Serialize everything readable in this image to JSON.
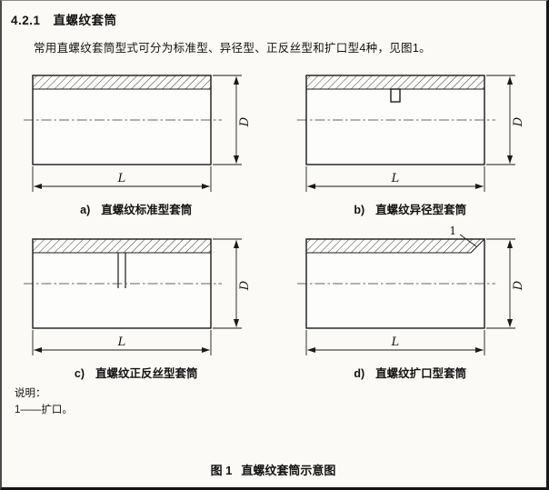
{
  "page": {
    "section_number": "4.2.1",
    "section_title": "直螺纹套筒",
    "intro": "常用直螺纹套筒型式可分为标准型、异径型、正反丝型和扩口型4种，见图1。",
    "notes_label": "说明：",
    "note_1": "1——扩口。",
    "caption_prefix": "图 1",
    "caption_text": "直螺纹套筒示意图"
  },
  "diagrams": {
    "a": {
      "key": "a)",
      "label": "直螺纹标准型套筒",
      "dim_length": "L",
      "dim_diameter": "D"
    },
    "b": {
      "key": "b)",
      "label": "直螺纹异径型套筒",
      "dim_length": "L",
      "dim_diameter": "D"
    },
    "c": {
      "key": "c)",
      "label": "直螺纹正反丝型套筒",
      "dim_length": "L",
      "dim_diameter": "D"
    },
    "d": {
      "key": "d)",
      "label": "直螺纹扩口型套筒",
      "dim_length": "L",
      "dim_diameter": "D",
      "callout": "1"
    }
  }
}
